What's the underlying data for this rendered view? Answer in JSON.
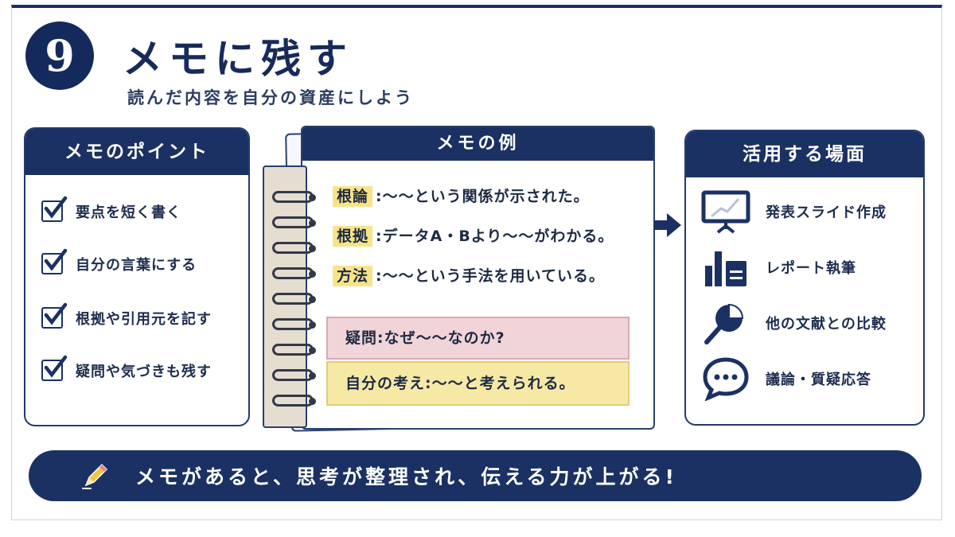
{
  "header": {
    "number": "9",
    "title": "メモに残す",
    "subtitle": "読んだ内容を自分の資産にしよう"
  },
  "points": {
    "title": "メモのポイント",
    "items": [
      "要点を短く書く",
      "自分の言葉にする",
      "根拠や引用元を記す",
      "疑問や気づきも残す"
    ]
  },
  "memo": {
    "title": "メモの例",
    "lines": [
      {
        "tag": "根論",
        "text": ":〜〜という関係が示された。"
      },
      {
        "tag": "根拠",
        "text": ":データA・Bより〜〜がわかる。"
      },
      {
        "tag": "方法",
        "text": ":〜〜という手法を用いている。"
      }
    ],
    "question": "疑問:なぜ〜〜なのか?",
    "thought": "自分の考え:〜〜と考えられる。"
  },
  "uses": {
    "title": "活用する場面",
    "items": [
      {
        "icon": "presentation-screen-icon",
        "label": "発表スライド作成"
      },
      {
        "icon": "report-chart-icon",
        "label": "レポート執筆"
      },
      {
        "icon": "magnifier-pie-icon",
        "label": "他の文献との比較"
      },
      {
        "icon": "speech-bubble-icon",
        "label": "議論・質疑応答"
      }
    ]
  },
  "banner": {
    "text": "メモがあると、思考が整理され、伝える力が上がる!"
  },
  "colors": {
    "navy": "#1b3163",
    "highlight": "#f7e48a",
    "pink": "#f1d4d8",
    "yellow": "#f6e9a6"
  }
}
